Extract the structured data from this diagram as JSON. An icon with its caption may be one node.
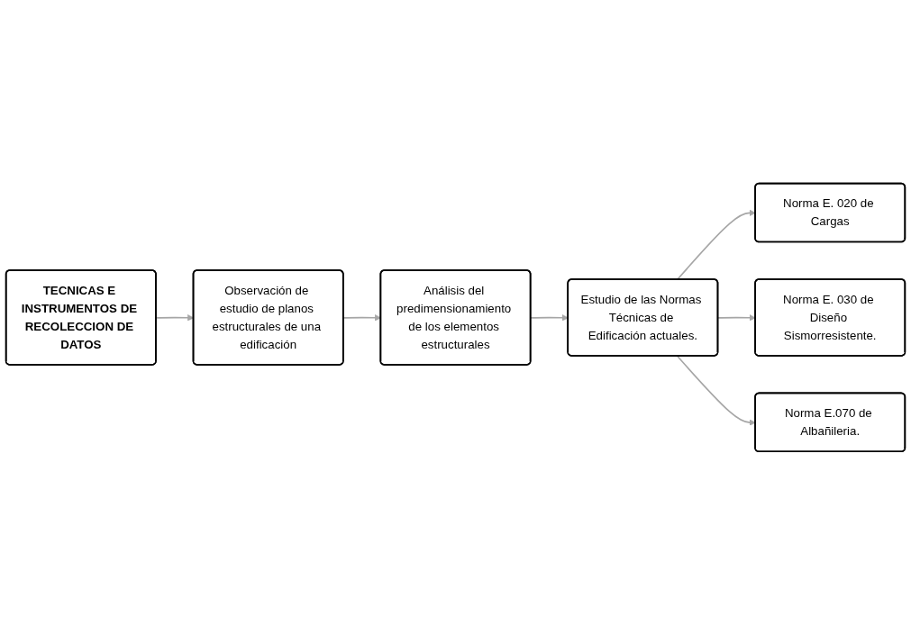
{
  "diagram": {
    "nodes": [
      {
        "text": [
          "TECNICAS E INSTRUMENTOS DE RECOLECCION DE DATOS"
        ]
      },
      {
        "text": [
          "Observación de estudio de planos estructurales de una edificación"
        ]
      },
      {
        "text": [
          "Análisis del predimensionamiento de los elementos estructurales"
        ]
      },
      {
        "text": [
          "Estudio de las Normas Técnicas de Edificación actuales."
        ]
      },
      {
        "text": [
          "Norma E. 020 de Cargas"
        ]
      },
      {
        "text": [
          "Norma E. 030 de Diseño Sismorresistente."
        ]
      },
      {
        "text": [
          "Norma E.070 de Albañileria."
        ]
      }
    ],
    "edges": [
      {
        "from": 0,
        "to": 1,
        "arrow": "to"
      },
      {
        "from": 1,
        "to": 2,
        "arrow": "to"
      },
      {
        "from": 2,
        "to": 3,
        "arrow": "to"
      },
      {
        "from": 3,
        "to": 4,
        "arrow": "to"
      },
      {
        "from": 3,
        "to": 5,
        "arrow": "to"
      },
      {
        "from": 3,
        "to": 6,
        "arrow": "to"
      }
    ]
  }
}
